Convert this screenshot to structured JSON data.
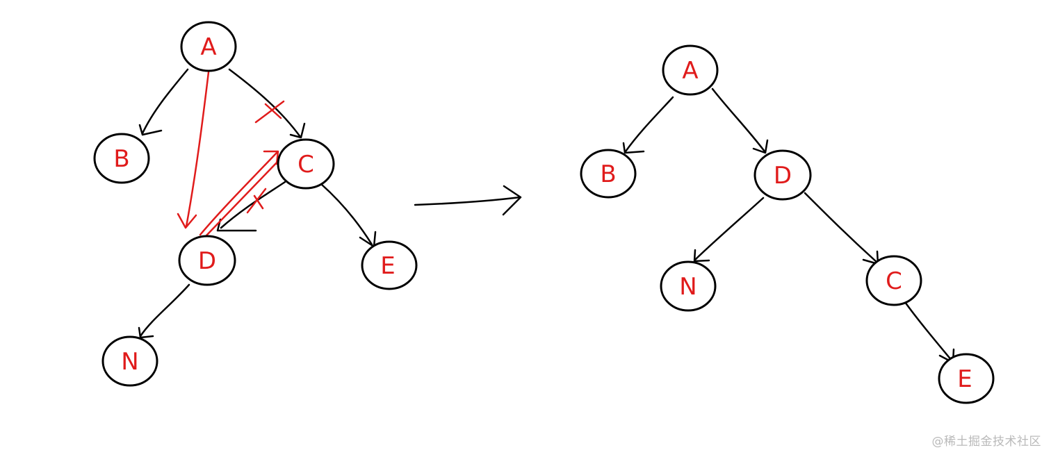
{
  "colors": {
    "node_label": "#e01b1b",
    "edge": "#000000",
    "edge_highlight": "#e01b1b",
    "background": "#ffffff"
  },
  "before": {
    "nodes": {
      "A": "A",
      "B": "B",
      "C": "C",
      "D": "D",
      "E": "E",
      "N": "N"
    },
    "edges": [
      {
        "from": "A",
        "to": "B"
      },
      {
        "from": "A",
        "to": "C",
        "removed": true
      },
      {
        "from": "C",
        "to": "D",
        "removed": true
      },
      {
        "from": "C",
        "to": "E"
      },
      {
        "from": "D",
        "to": "N"
      }
    ],
    "new_edges": [
      {
        "from": "A",
        "to": "D"
      },
      {
        "from": "D",
        "to": "C"
      }
    ],
    "removed_marks": [
      "X",
      "X"
    ]
  },
  "after": {
    "nodes": {
      "A": "A",
      "B": "B",
      "C": "C",
      "D": "D",
      "E": "E",
      "N": "N"
    },
    "edges": [
      {
        "from": "A",
        "to": "B"
      },
      {
        "from": "A",
        "to": "D"
      },
      {
        "from": "D",
        "to": "N"
      },
      {
        "from": "D",
        "to": "C"
      },
      {
        "from": "C",
        "to": "E"
      }
    ]
  },
  "transform_arrow_icon": "right-arrow-icon",
  "watermark": "@稀土掘金技术社区"
}
